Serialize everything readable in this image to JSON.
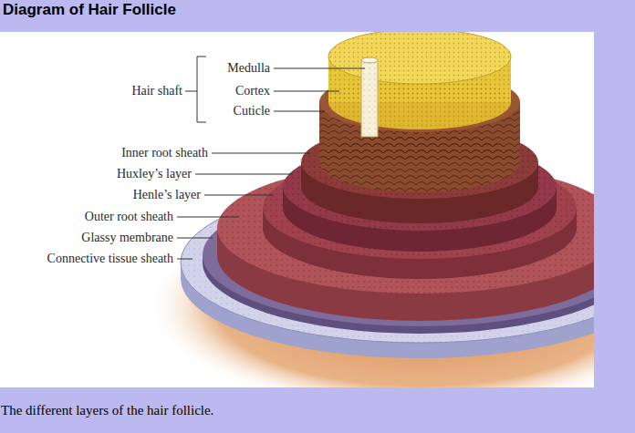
{
  "diagram": {
    "title": "Diagram of Hair Follicle",
    "caption": "The different layers of the hair follicle.",
    "labels": [
      "Hair shaft",
      "Medulla",
      "Cortex",
      "Cuticle",
      "Inner root sheath",
      "Huxley’s layer",
      "Henle’s layer",
      "Outer root sheath",
      "Glassy membrane",
      "Connective tissue sheath"
    ]
  }
}
